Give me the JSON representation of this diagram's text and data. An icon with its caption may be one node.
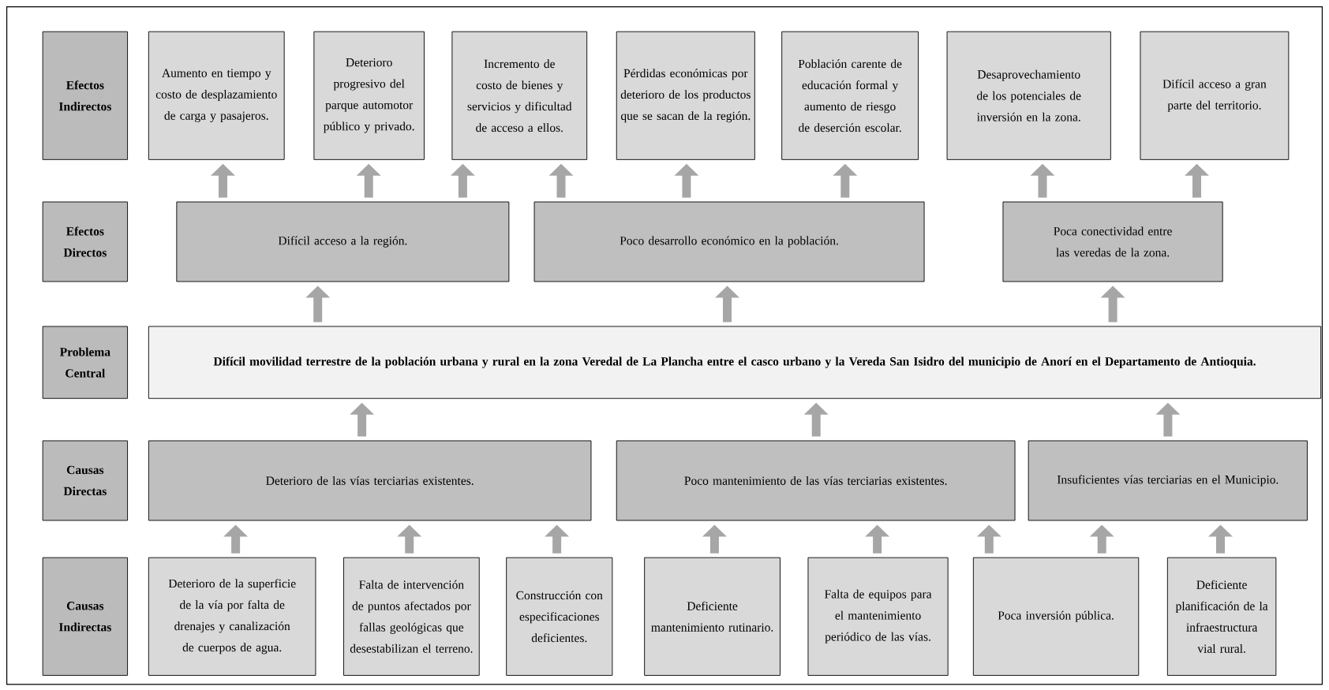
{
  "diagram": {
    "nodes": [
      {
        "text": [
          "Efectos Indirectos"
        ]
      },
      {
        "text": [
          "Aumento en tiempo y costo de desplazamiento de carga y pasajeros."
        ]
      },
      {
        "text": [
          "Deterioro progresivo del parque automotor público y privado."
        ]
      },
      {
        "text": [
          "Incremento de costo de bienes y servicios y dificultad de acceso a ellos."
        ]
      },
      {
        "text": [
          "Pérdidas económicas por deterioro de los productos que se sacan de la región."
        ]
      },
      {
        "text": [
          "Población carente de educación formal y aumento de riesgo de deserción escolar."
        ]
      },
      {
        "text": [
          "Desaprovechamiento de los potenciales de inversión en la zona."
        ]
      },
      {
        "text": [
          "Difícil acceso a gran parte del territorio."
        ]
      },
      {
        "text": [
          "Efectos Directos"
        ]
      },
      {
        "text": [
          "Difícil acceso a la región."
        ]
      },
      {
        "text": [
          "Poco desarrollo económico en la población."
        ]
      },
      {
        "text": [
          "Poca conectividad entre las veredas de la zona."
        ]
      },
      {
        "text": [
          "Problema Central"
        ]
      },
      {
        "text": [
          "Difícil movilidad terrestre de la población urbana y rural en la zona Veredal de La Plancha entre el casco urbano y la Vereda San Isidro del municipio de Anorí en el Departamento de Antioquia."
        ]
      },
      {
        "text": [
          "Causas Directas"
        ]
      },
      {
        "text": [
          "Deterioro de las vías terciarias existentes."
        ]
      },
      {
        "text": [
          "Poco mantenimiento de las vías terciarias existentes."
        ]
      },
      {
        "text": [
          "Insuficientes vías terciarias en el Municipio."
        ]
      },
      {
        "text": [
          "Causas Indirectas"
        ]
      },
      {
        "text": [
          "Deterioro de la superficie de la vía por falta de drenajes y canalización de cuerpos de agua."
        ]
      },
      {
        "text": [
          "Falta de intervención de puntos afectados por fallas geológicas que desestabilizan el terreno."
        ]
      },
      {
        "text": [
          "Construcción con especificaciones deficientes."
        ]
      },
      {
        "text": [
          "Deficiente mantenimiento rutinario."
        ]
      },
      {
        "text": [
          "Falta de equipos para el mantenimiento periódico de las vías."
        ]
      },
      {
        "text": [
          "Poca inversión pública."
        ]
      },
      {
        "text": [
          "Deficiente planificación de la infraestructura vial rural."
        ]
      }
    ],
    "edges": [
      {
        "from": 9,
        "to": 1,
        "arrow": "to"
      },
      {
        "from": 9,
        "to": 2,
        "arrow": "to"
      },
      {
        "from": 9,
        "to": 3,
        "arrow": "to"
      },
      {
        "from": 10,
        "to": 3,
        "arrow": "to"
      },
      {
        "from": 10,
        "to": 4,
        "arrow": "to"
      },
      {
        "from": 10,
        "to": 5,
        "arrow": "to"
      },
      {
        "from": 11,
        "to": 6,
        "arrow": "to"
      },
      {
        "from": 11,
        "to": 7,
        "arrow": "to"
      },
      {
        "from": 13,
        "to": 9,
        "arrow": "to"
      },
      {
        "from": 13,
        "to": 10,
        "arrow": "to"
      },
      {
        "from": 13,
        "to": 11,
        "arrow": "to"
      },
      {
        "from": 15,
        "to": 13,
        "arrow": "to"
      },
      {
        "from": 16,
        "to": 13,
        "arrow": "to"
      },
      {
        "from": 17,
        "to": 13,
        "arrow": "to"
      },
      {
        "from": 19,
        "to": 15,
        "arrow": "to"
      },
      {
        "from": 20,
        "to": 15,
        "arrow": "to"
      },
      {
        "from": 21,
        "to": 15,
        "arrow": "to"
      },
      {
        "from": 22,
        "to": 16,
        "arrow": "to"
      },
      {
        "from": 23,
        "to": 16,
        "arrow": "to"
      },
      {
        "from": 24,
        "to": 16,
        "arrow": "to"
      },
      {
        "from": 24,
        "to": 17,
        "arrow": "to"
      },
      {
        "from": 25,
        "to": 17,
        "arrow": "to"
      }
    ]
  }
}
